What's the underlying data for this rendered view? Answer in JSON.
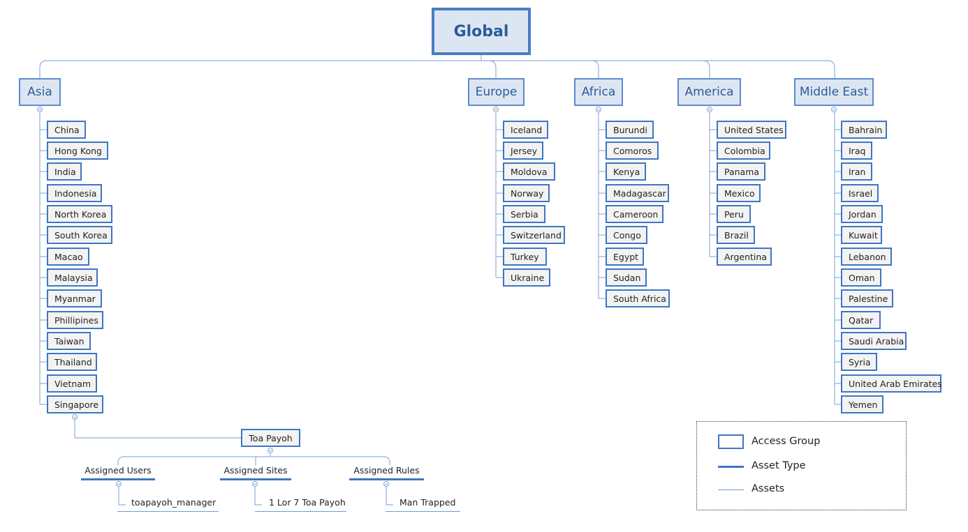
{
  "root": {
    "label": "Global"
  },
  "regions": [
    {
      "label": "Asia",
      "countries": [
        "China",
        "Hong Kong",
        "India",
        "Indonesia",
        "North Korea",
        "South Korea",
        "Macao",
        "Malaysia",
        "Myanmar",
        "Phillipines",
        "Taiwan",
        "Thailand",
        "Vietnam",
        "Singapore"
      ]
    },
    {
      "label": "Europe",
      "countries": [
        "Iceland",
        "Jersey",
        "Moldova",
        "Norway",
        "Serbia",
        "Switzerland",
        "Turkey",
        "Ukraine"
      ]
    },
    {
      "label": "Africa",
      "countries": [
        "Burundi",
        "Comoros",
        "Kenya",
        "Madagascar",
        "Cameroon",
        "Congo",
        "Egypt",
        "Sudan",
        "South Africa"
      ]
    },
    {
      "label": "America",
      "countries": [
        "United States",
        "Colombia",
        "Panama",
        "Mexico",
        "Peru",
        "Brazil",
        "Argentina"
      ]
    },
    {
      "label": "Middle East",
      "countries": [
        "Bahrain",
        "Iraq",
        "Iran",
        "Israel",
        "Jordan",
        "Kuwait",
        "Lebanon",
        "Oman",
        "Palestine",
        "Qatar",
        "Saudi Arabia",
        "Syria",
        "United Arab Emirates",
        "Yemen"
      ]
    }
  ],
  "site": {
    "label": "Toa Payoh",
    "asset_types": [
      {
        "label": "Assigned Users",
        "asset": "toapayoh_manager"
      },
      {
        "label": "Assigned Sites",
        "asset": "1 Lor 7 Toa Payoh"
      },
      {
        "label": "Assigned Rules",
        "asset": "Man Trapped"
      }
    ]
  },
  "legend": {
    "access_group": "Access Group",
    "asset_type": "Asset Type",
    "assets": "Assets"
  }
}
